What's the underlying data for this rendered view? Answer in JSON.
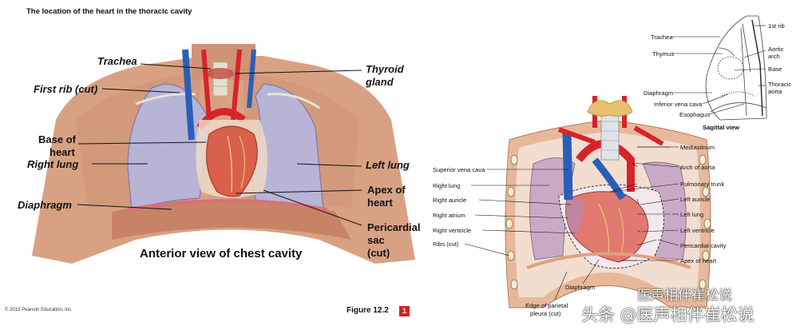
{
  "left_panel": {
    "header": "The location of the heart in the thoracic cavity",
    "labels": {
      "trachea": "Trachea",
      "first_rib": "First rib (cut)",
      "base_of_heart_1": "Base of",
      "base_of_heart_2": "heart",
      "right_lung": "Right lung",
      "diaphragm": "Diaphragm",
      "thyroid_1": "Thyroid",
      "thyroid_2": "gland",
      "left_lung": "Left lung",
      "apex_1": "Apex of",
      "apex_2": "heart",
      "pericardial_1": "Pericardial",
      "pericardial_2": "sac",
      "pericardial_3": "(cut)"
    },
    "caption": "Anterior view of chest cavity",
    "copyright": "© 2013 Pearson Education, Inc.",
    "figure_label": "Figure 12.2",
    "figure_number": "1"
  },
  "right_panel": {
    "sagittal": {
      "trachea": "Trachea",
      "thymus": "Thymus",
      "diaphragm": "Diaphragm",
      "ivc": "Inferior vena cava",
      "esophagus": "Esophagus",
      "first_rib": "1st rib",
      "aortic_arch_1": "Aortic",
      "aortic_arch_2": "arch",
      "base": "Base",
      "thoracic_aorta_1": "Thoracic",
      "thoracic_aorta_2": "aorta",
      "title": "Sagittal view"
    },
    "labels_left": {
      "svc": "Superior vena cava",
      "right_lung": "Right lung",
      "right_auricle": "Right auricle",
      "right_atrium": "Right atrium",
      "right_ventricle": "Right ventricle",
      "ribs": "Ribs (cut)"
    },
    "labels_right": {
      "mediastinum": "Mediastinum",
      "arch_of_aorta": "Arch of aorta",
      "pulmonary_trunk": "Pulmonary trunk",
      "left_auricle": "Left auricle",
      "left_lung": "Left lung",
      "left_ventricle": "Left ventricle",
      "pericardial_cavity": "Pericardial cavity",
      "apex": "Apex of heart"
    },
    "labels_bottom": {
      "diaphragm": "Diaphragm",
      "edge_1": "Edge of parietal",
      "edge_2": "pleura (cut)"
    }
  },
  "watermark": {
    "line1": "医声相伴崔松说",
    "line2": "头条 @医声相伴崔松说"
  },
  "colors": {
    "artery": "#d8232a",
    "vein": "#2a5fb8",
    "lung": "#b9b4d6",
    "heart": "#d9604a",
    "skin": "#d99a7c",
    "lung_right": "#c8aac6"
  }
}
